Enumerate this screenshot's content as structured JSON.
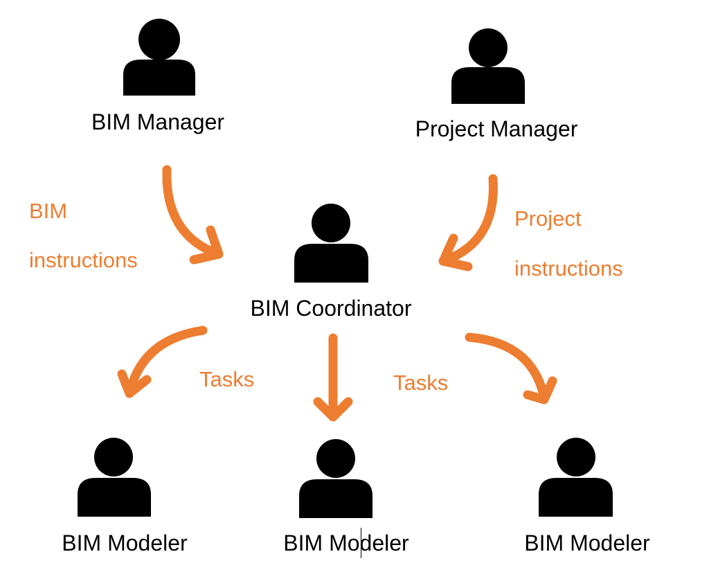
{
  "colors": {
    "arrow": "#ED7D31",
    "person": "#000000",
    "text": "#000000"
  },
  "roles": {
    "bim_manager": "BIM Manager",
    "project_manager": "Project Manager",
    "bim_coordinator": "BIM Coordinator",
    "modeler_1": "BIM Modeler",
    "modeler_2": "BIM Modeler",
    "modeler_3": "BIM Modeler"
  },
  "flows": {
    "bim_instructions_line1": "BIM",
    "bim_instructions_line2": "instructions",
    "project_instructions_line1": "Project",
    "project_instructions_line2": "instructions",
    "tasks_left": "Tasks",
    "tasks_right": "Tasks"
  },
  "icons": [
    "person-icon",
    "curved-arrow",
    "straight-arrow"
  ]
}
